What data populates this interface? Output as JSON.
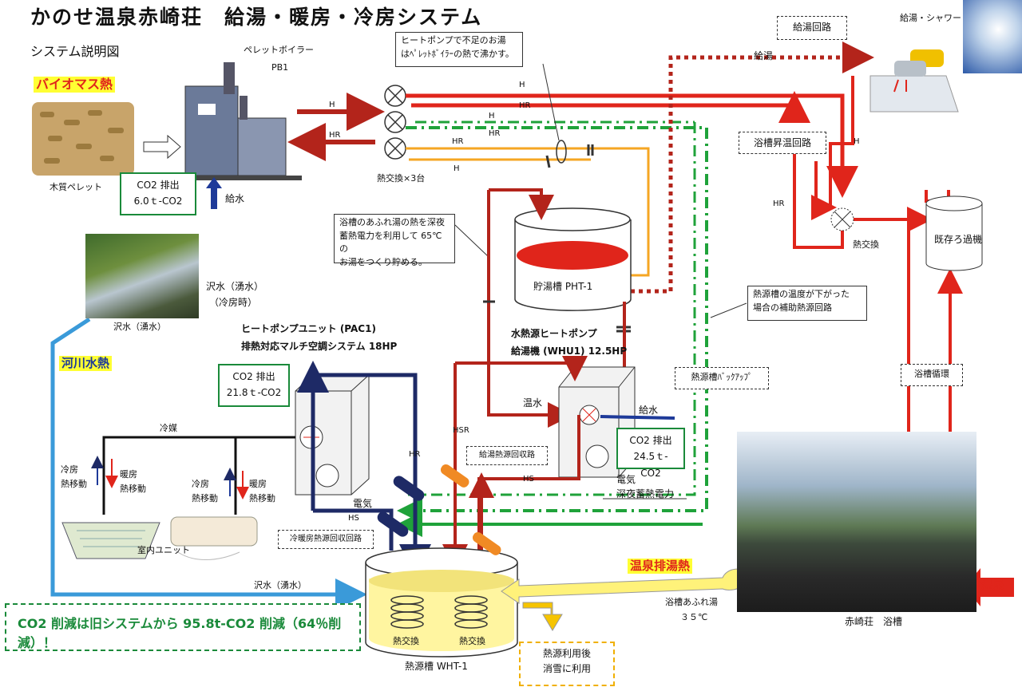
{
  "title": {
    "main": "かのせ温泉赤崎荘　給湯・暖房・冷房システム",
    "sub": "システム説明図"
  },
  "heat_sources": {
    "biomass": "バイオマス熱",
    "river": "河川水熱",
    "onsen_drain": "温泉排湯熱",
    "onsen": "温泉"
  },
  "boiler": {
    "name": "ペレットボイラー",
    "code": "PB1",
    "pellet": "木質ペレット",
    "water_in": "給水",
    "co2_label": "CO2 排出",
    "co2_value": "6.0ｔ-CO2"
  },
  "exchanger_label": "熱交換×3台",
  "notes": {
    "hp_shortage": [
      "ヒートポンプで不足のお湯",
      "はﾍﾟﾚｯﾄﾎﾞｲﾗｰの熱で沸かす。"
    ],
    "overflow_store": [
      "浴槽のあふれ湯の熱を深夜",
      "蓄熱電力を利用して 65℃の",
      "お湯をつくり貯める。"
    ],
    "backup": [
      "熱源槽の温度が下がった",
      "場合の補助熱源回路"
    ]
  },
  "labels": {
    "kyuto_kairo": "給湯回路",
    "shower": "給湯・シャワー",
    "kyuto": "給湯",
    "yokuso_shoon": "浴槽昇温回路",
    "netsu_kokan": "熱交換",
    "filter": "既存ろ過機",
    "storage_tank": "貯湯槽 PHT-1",
    "backup_loop": "熱源槽ﾊﾞｯｸｱｯﾌﾟ",
    "bath_circ": "浴槽循環",
    "wahp_title": "水熱源ヒートポンプ",
    "wahp_sub": "給湯機 (WHU1) 12.5HP",
    "hp_unit_title": "ヒートポンプユニット (PAC1)",
    "hp_unit_sub": "排熱対応マルチ空調システム 18HP",
    "onsui": "温水",
    "kyusui": "給水",
    "denki": "電気",
    "denki2": "電気",
    "shinya": "深夜蓄熱電力",
    "reibai": "冷媒",
    "kyuto_recover": "給湯熱源回収路",
    "reidan_recover": "冷暖房熱源回収回路",
    "sawamizu_cooling": [
      "沢水（湧水）",
      "（冷房時）"
    ],
    "sawamizu_photo": "沢水（湧水）",
    "sawamizu_line": "沢水（湧水）",
    "cool_move_1": [
      "冷房",
      "熱移動"
    ],
    "heat_move_1": [
      "暖房",
      "熱移動"
    ],
    "cool_move_2": [
      "冷房",
      "熱移動"
    ],
    "heat_move_2": [
      "暖房",
      "熱移動"
    ],
    "indoor_unit": "室内ユニット",
    "source_tank": "熱源槽 WHT-1",
    "kokan_a": "熱交換",
    "kokan_b": "熱交換",
    "overflow": [
      "浴槽あふれ湯",
      "３５℃"
    ],
    "bath_name": "赤崎荘　浴槽",
    "snow": [
      "熱源利用後",
      "消雪に利用"
    ],
    "H": "H",
    "HR": "HR",
    "HS": "HS",
    "HSR": "HSR"
  },
  "co2_pac": {
    "label": "CO2 排出",
    "value": "21.8ｔ-CO2"
  },
  "co2_whu": {
    "label": "CO2 排出",
    "value": "24.5ｔ-CO2"
  },
  "summary": "CO2 削減は旧システムから 95.8t-CO2 削減（64％削減）！",
  "colors": {
    "hot": "#e0251b",
    "dark_red": "#b3241b",
    "green": "#1fa23a",
    "orange": "#f5a623",
    "navy": "#1e2a66",
    "water_blue": "#3a9ad9",
    "yellow": "#fff27a"
  }
}
